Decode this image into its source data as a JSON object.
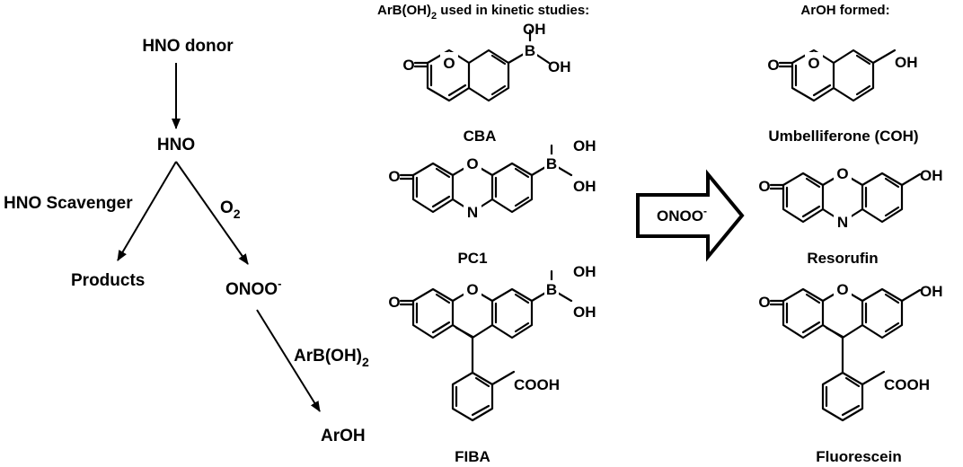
{
  "scheme": {
    "hno_donor": "HNO donor",
    "hno": "HNO",
    "scavenger": "HNO Scavenger",
    "o2": "O",
    "o2_sub": "2",
    "products": "Products",
    "onoo": "ONOO",
    "onoo_sup": "-",
    "arboh2": "ArB(OH)",
    "arboh2_sub": "2",
    "aroh": "ArOH"
  },
  "header_left": {
    "pre": "ArB(OH)",
    "sub": "2",
    "post": " used in kinetic studies:"
  },
  "header_right": "ArOH formed:",
  "compounds_left": [
    "CBA",
    "PC1",
    "FIBA"
  ],
  "compounds_right": [
    "Umbelliferone (COH)",
    "Resorufin",
    "Fluorescein"
  ],
  "big_arrow": {
    "text": "ONOO",
    "sup": "-"
  },
  "atoms": {
    "O": "O",
    "N": "N",
    "B": "B",
    "OH": "OH",
    "COOH": "COOH"
  }
}
